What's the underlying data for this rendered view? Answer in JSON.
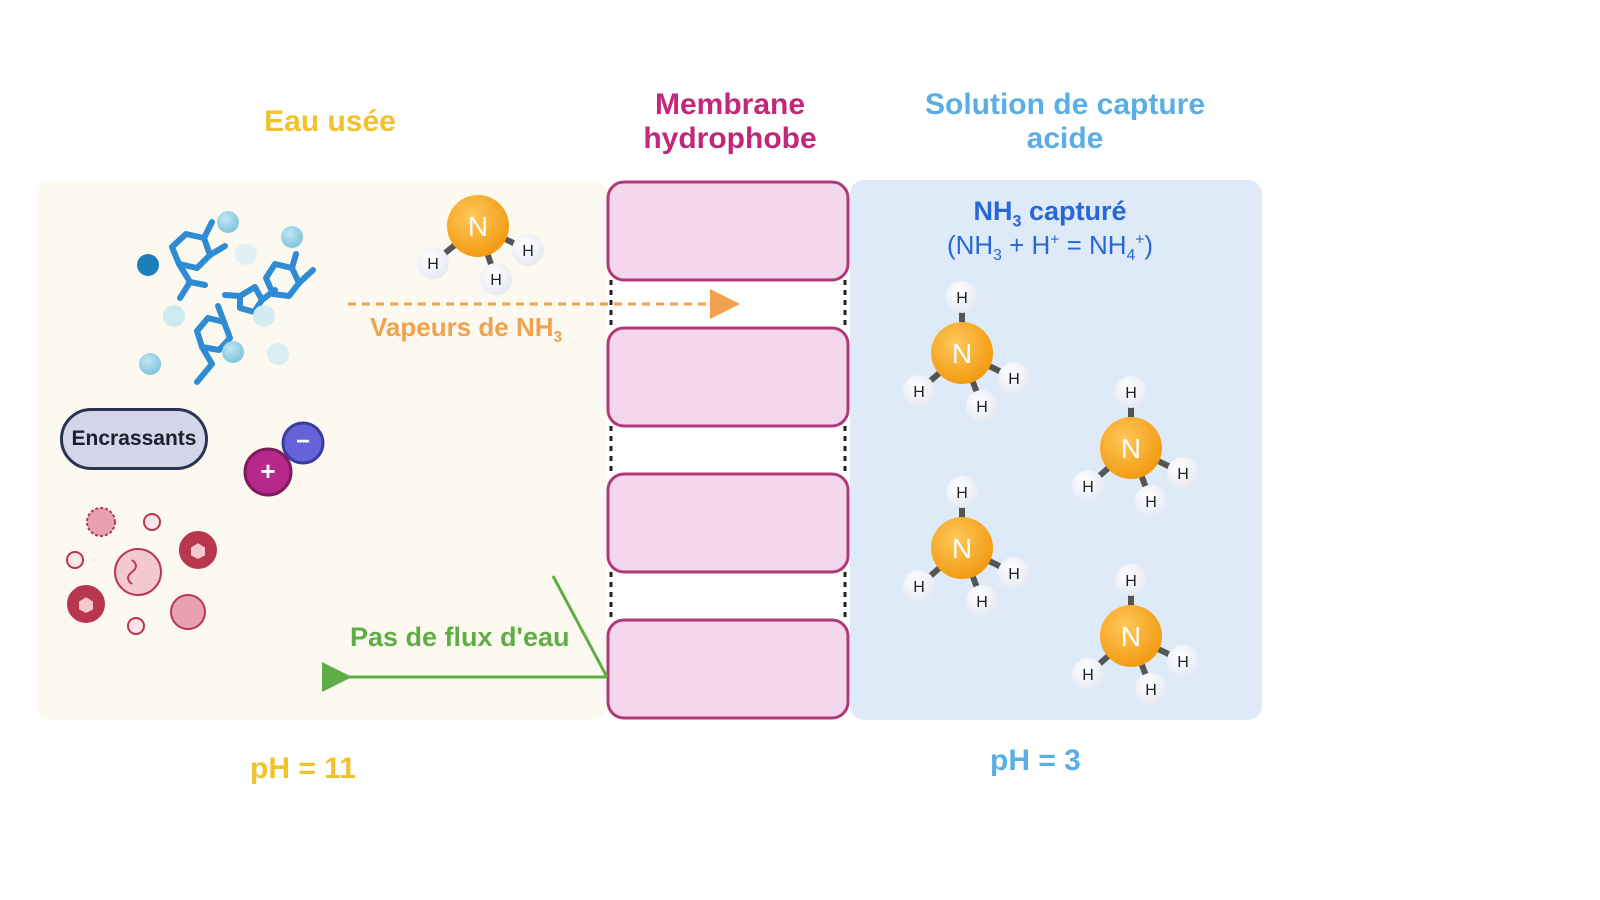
{
  "labels": {
    "waste_water": "Eau usée",
    "membrane_line1": "Membrane",
    "membrane_line2": "hydrophobe",
    "capture_line1": "Solution de capture",
    "capture_line2": "acide",
    "ph_left": "pH = 11",
    "ph_right": "pH = 3",
    "nh3_title_a": "NH",
    "nh3_title_sub": "3",
    "nh3_title_b": " capturé",
    "eq_1": "(NH",
    "eq_sub1": "3",
    "eq_2": " + H",
    "eq_sup1": "+",
    "eq_3": " = NH",
    "eq_sub2": "4",
    "eq_sup2": "+",
    "eq_4": ")",
    "vapeurs_a": "Vapeurs de  NH",
    "vapeurs_sub": "3",
    "no_water_flux": "Pas de flux d'eau",
    "foulants": "Encrassants",
    "plus_sign": "+",
    "minus_sign": "−",
    "atom_n": "N",
    "atom_h": "H"
  },
  "colors": {
    "waste_bg": "#fcfaf0",
    "capture_bg": "#deeaf8",
    "membrane_fill": "#f5d7ed",
    "membrane_stroke": "#b03a78",
    "nitrogen": "#f5a623",
    "vapour_arrow": "#f2a24e",
    "water_arrow": "#5fae45"
  }
}
